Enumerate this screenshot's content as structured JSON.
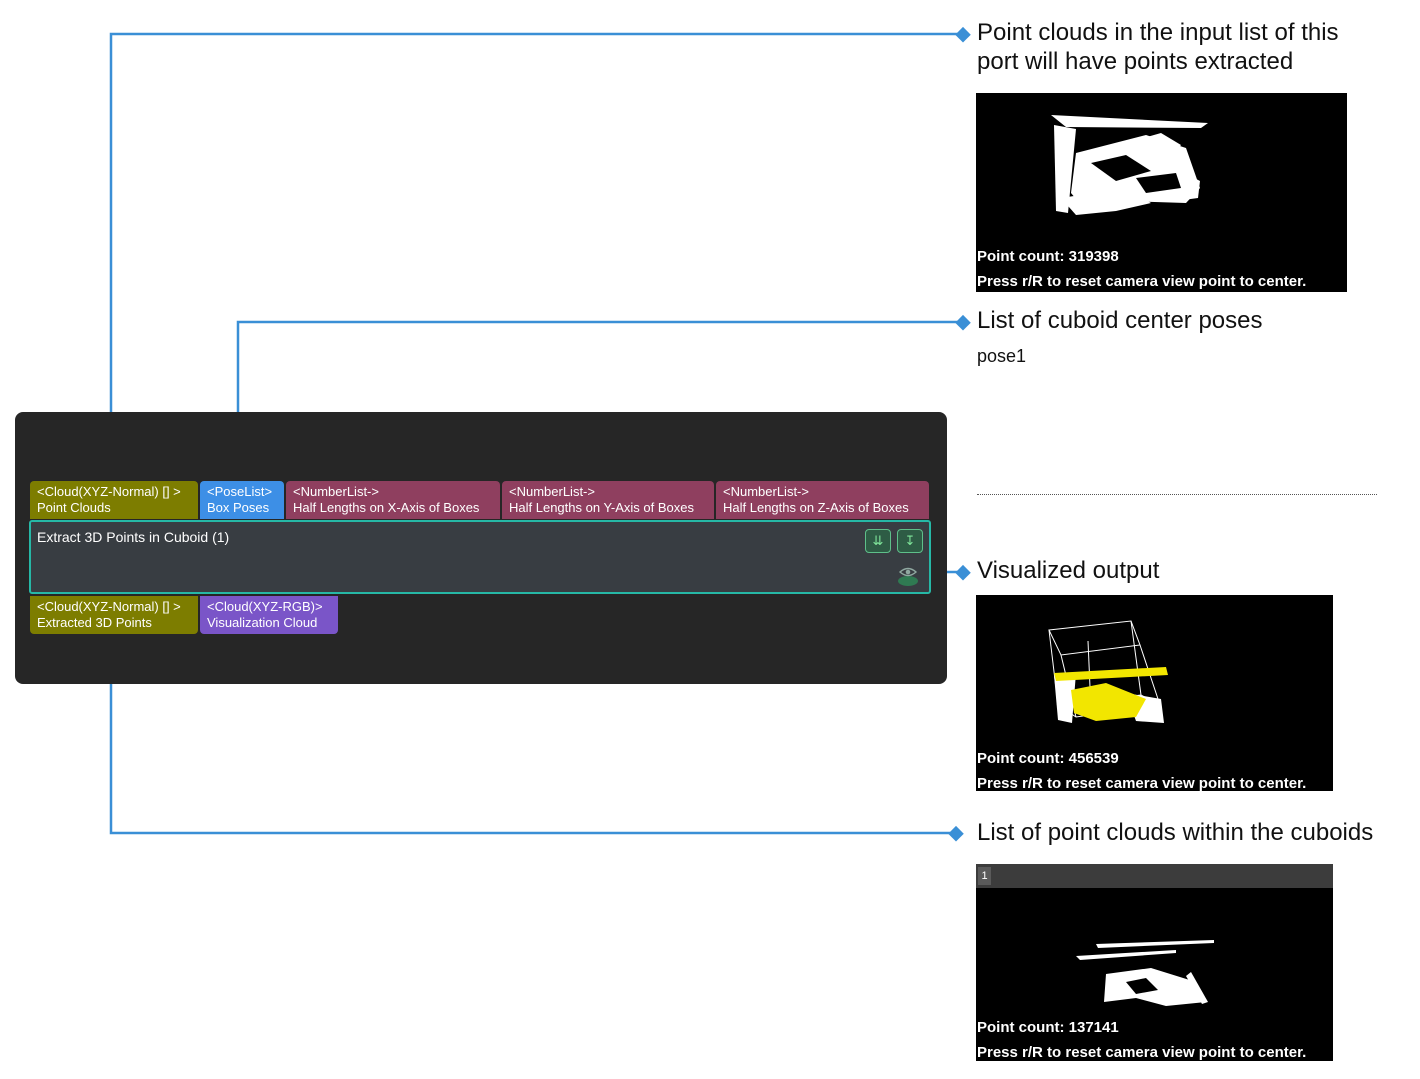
{
  "step": {
    "title": "Extract 3D Points in Cuboid (1)",
    "inputs": [
      {
        "type": "<Cloud(XYZ-Normal) [] >",
        "name": "Point Clouds"
      },
      {
        "type": "<PoseList>",
        "name": "Box Poses"
      },
      {
        "type": "<NumberList->",
        "name": "Half Lengths on X-Axis of Boxes"
      },
      {
        "type": "<NumberList->",
        "name": "Half Lengths on Y-Axis of Boxes"
      },
      {
        "type": "<NumberList->",
        "name": "Half Lengths on Z-Axis of Boxes"
      }
    ],
    "outputs": [
      {
        "type": "<Cloud(XYZ-Normal) [] >",
        "name": "Extracted 3D Points"
      },
      {
        "type": "<Cloud(XYZ-RGB)>",
        "name": "Visualization Cloud"
      }
    ],
    "icons": [
      "expand-icon",
      "download-icon",
      "visualize-eye-icon"
    ]
  },
  "annotations": {
    "point_clouds_line1": "Point clouds in the input list of this",
    "point_clouds_line2": "port will have points extracted",
    "box_poses": "List of cuboid center poses",
    "box_poses_value": "pose1",
    "visualized": "Visualized output",
    "extracted": "List of point clouds within the cuboids"
  },
  "viewers": {
    "input": {
      "count": "Point count: 319398",
      "hint": "Press r/R to reset camera view point to center."
    },
    "visual": {
      "count": "Point count: 456539",
      "hint": "Press r/R to reset camera view point to center."
    },
    "output": {
      "tab": "1",
      "count": "Point count: 137141",
      "hint": "Press r/R to reset camera view point to center."
    }
  },
  "colors": {
    "connector": "#3a8fd6",
    "step_border": "#26b8a6",
    "highlight_points": "#f2e600"
  }
}
